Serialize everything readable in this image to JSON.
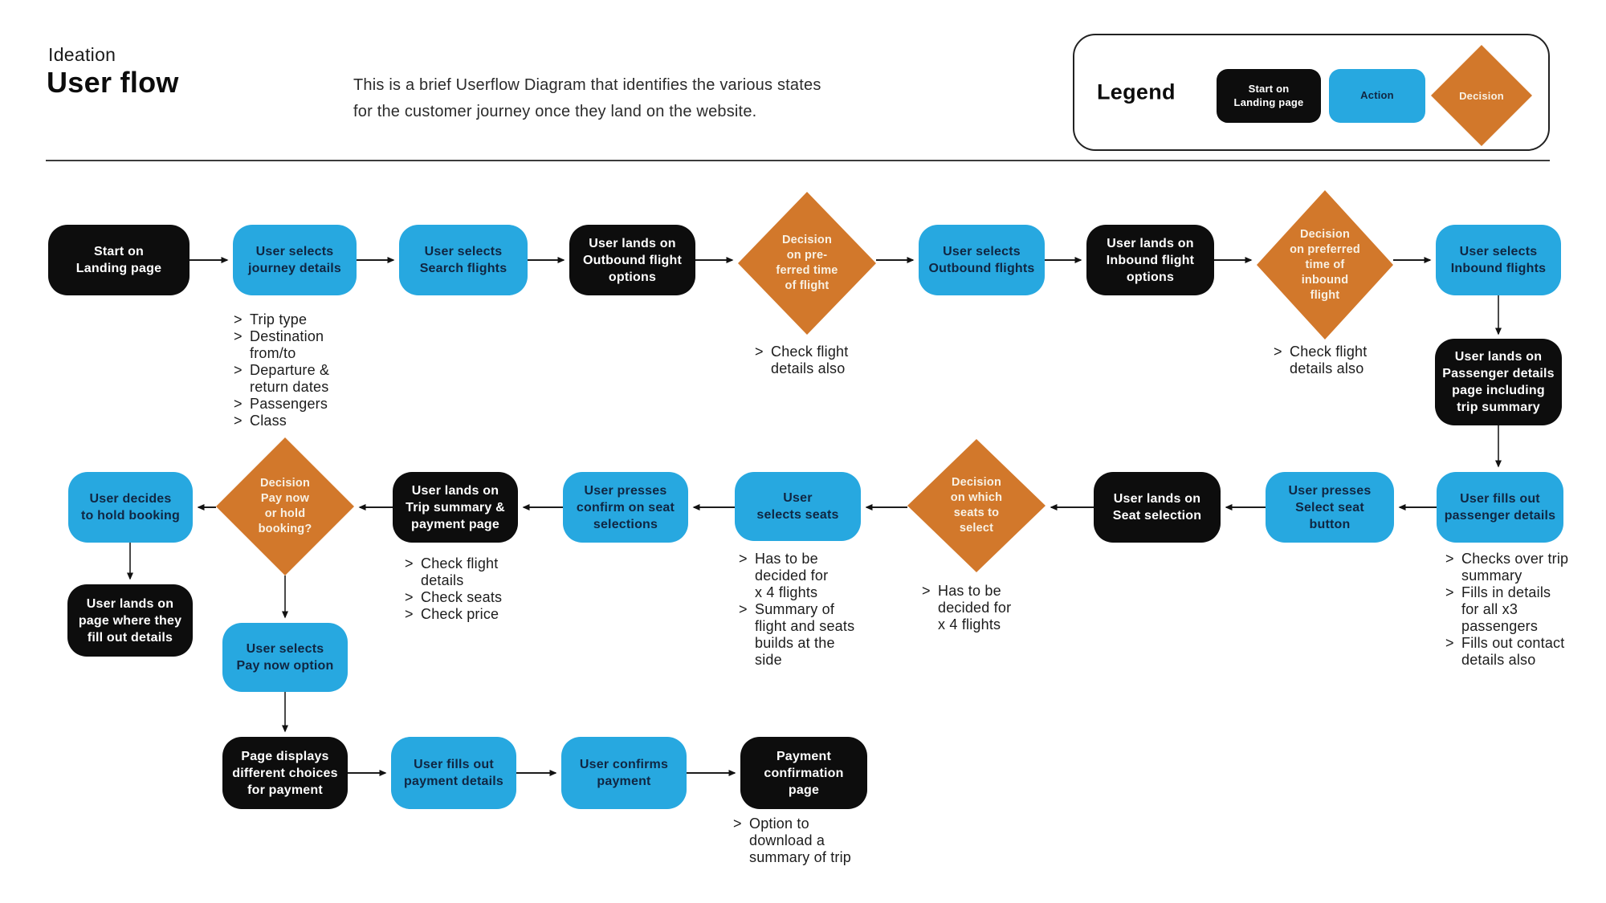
{
  "header": {
    "kicker": "Ideation",
    "title": "User flow",
    "description": "This is a brief Userflow Diagram that identifies the various states\nfor the customer journey once they land on the website."
  },
  "legend": {
    "title": "Legend",
    "items": [
      {
        "type": "start",
        "label": "Start on\nLanding page"
      },
      {
        "type": "action",
        "label": "Action"
      },
      {
        "type": "decision",
        "label": "Decision"
      }
    ]
  },
  "colors": {
    "action-blue": "#27A8E0",
    "decision-orange": "#D2782B",
    "node-black": "#0D0D0D",
    "node-text-dark": "#102642",
    "diamond-text": "#F8F1E4"
  },
  "bullet_char": ">",
  "flow": {
    "nodes": [
      {
        "type": "start",
        "label": "Start on\nLanding page"
      },
      {
        "type": "action",
        "label": "User selects\njourney details"
      },
      {
        "type": "action",
        "label": "User selects\nSearch flights"
      },
      {
        "type": "state",
        "label": "User lands on\nOutbound flight\noptions"
      },
      {
        "type": "decision",
        "label": "Decision\non pre-\nferred time\nof flight"
      },
      {
        "type": "action",
        "label": "User selects\nOutbound flights"
      },
      {
        "type": "state",
        "label": "User lands on\nInbound flight\noptions"
      },
      {
        "type": "decision",
        "label": "Decision\non preferred\ntime of\ninbound\nflight"
      },
      {
        "type": "action",
        "label": "User selects\nInbound flights"
      },
      {
        "type": "state",
        "label": "User lands on\nPassenger details\npage including\ntrip summary"
      },
      {
        "type": "action",
        "label": "User fills out\npassenger details"
      },
      {
        "type": "action",
        "label": "User presses\nSelect seat\nbutton"
      },
      {
        "type": "state",
        "label": "User lands on\nSeat selection"
      },
      {
        "type": "decision",
        "label": "Decision\non which\nseats to\nselect"
      },
      {
        "type": "action",
        "label": "User\nselects seats"
      },
      {
        "type": "action",
        "label": "User presses\nconfirm on seat\nselections"
      },
      {
        "type": "state",
        "label": "User lands on\nTrip summary &\npayment page"
      },
      {
        "type": "decision",
        "label": "Decision\nPay now\nor hold\nbooking?"
      },
      {
        "type": "action",
        "label": "User decides\nto hold booking"
      },
      {
        "type": "state",
        "label": "User lands on\npage where they\nfill out details"
      },
      {
        "type": "action",
        "label": "User selects\nPay now option"
      },
      {
        "type": "state",
        "label": "Page displays\ndifferent choices\nfor payment"
      },
      {
        "type": "action",
        "label": "User fills out\npayment details"
      },
      {
        "type": "action",
        "label": "User confirms\npayment"
      },
      {
        "type": "state",
        "label": "Payment\nconfirmation\npage"
      }
    ],
    "notes": [
      {
        "items": [
          "Trip type",
          "Destination\nfrom/to",
          "Departure &\nreturn dates",
          "Passengers",
          "Class"
        ]
      },
      {
        "items": [
          "Check flight\ndetails also"
        ]
      },
      {
        "items": [
          "Check flight\ndetails also"
        ]
      },
      {
        "items": [
          "Checks over trip\nsummary",
          "Fills in details\nfor all x3\npassengers",
          "Fills out contact\ndetails also"
        ]
      },
      {
        "items": [
          "Has to be\ndecided for\nx 4 flights",
          "Summary of\nflight and seats\nbuilds at the\nside"
        ]
      },
      {
        "items": [
          "Has to be\ndecided for\nx 4 flights"
        ]
      },
      {
        "items": [
          "Check flight\ndetails",
          "Check seats",
          "Check price"
        ]
      },
      {
        "items": [
          "Option to\ndownload a\nsummary of trip"
        ]
      }
    ]
  }
}
